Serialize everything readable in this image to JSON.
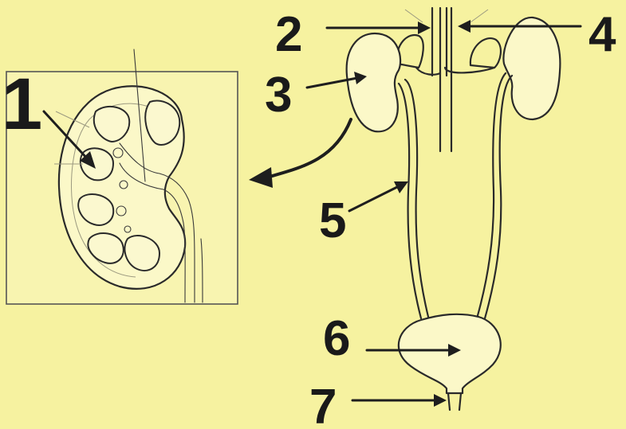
{
  "labels": {
    "l1": "1",
    "l2": "2",
    "l3": "3",
    "l4": "4",
    "l5": "5",
    "l6": "6",
    "l7": "7"
  },
  "colors": {
    "background": "#f6f2a0",
    "line": "#2a2a2a"
  }
}
